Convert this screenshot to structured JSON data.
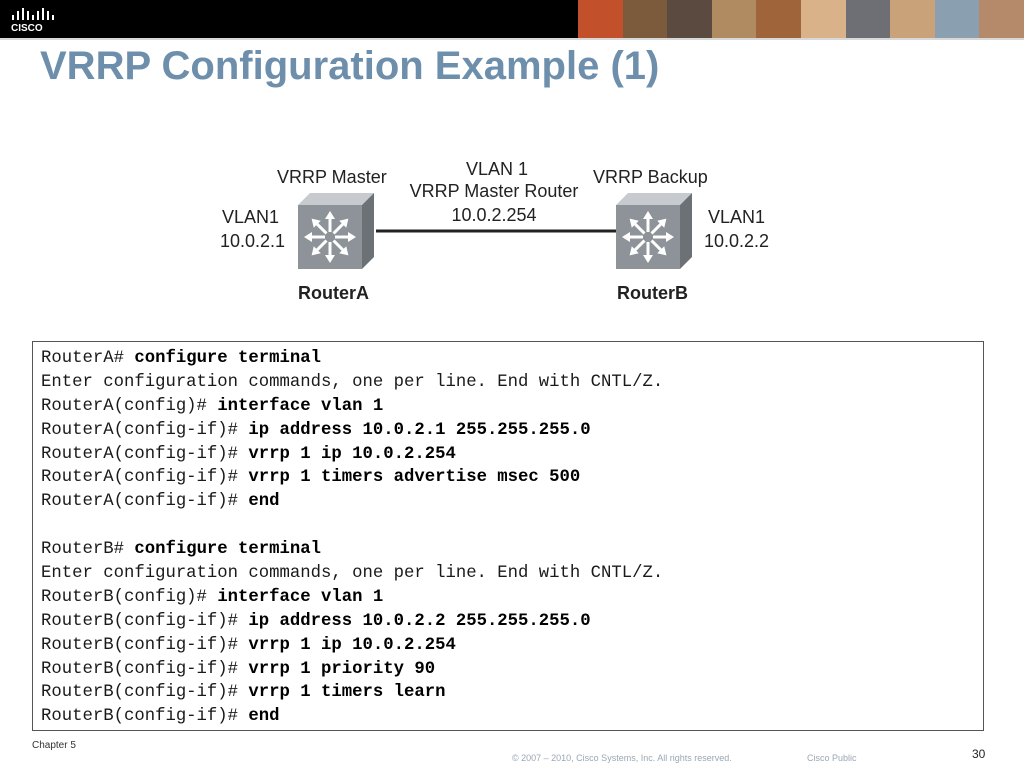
{
  "header": {
    "logo_text": "CISCO",
    "photo_colors": [
      "#c2502a",
      "#7c5a3c",
      "#5b4a40",
      "#b08a60",
      "#a0643a",
      "#d9b28a",
      "#6d6f74",
      "#c9a27a",
      "#8aa0b0",
      "#b58a6a"
    ]
  },
  "title": "VRRP Configuration Example (1)",
  "diagram": {
    "router_a": {
      "role": "VRRP Master",
      "vlan": "VLAN1",
      "ip": "10.0.2.1",
      "name": "RouterA"
    },
    "router_b": {
      "role": "VRRP Backup",
      "vlan": "VLAN1",
      "ip": "10.0.2.2",
      "name": "RouterB"
    },
    "link": {
      "vlan": "VLAN 1",
      "label": "VRRP Master Router",
      "ip": "10.0.2.254"
    },
    "colors": {
      "router_top": "#c7cbcf",
      "router_front": "#8d9398",
      "router_side": "#6c7176"
    }
  },
  "config": {
    "lines": [
      {
        "prompt": "RouterA# ",
        "cmd": "configure terminal"
      },
      {
        "prompt": "Enter configuration commands, one per line. End with CNTL/Z.",
        "cmd": ""
      },
      {
        "prompt": "RouterA(config)# ",
        "cmd": "interface vlan 1"
      },
      {
        "prompt": "RouterA(config-if)# ",
        "cmd": "ip address 10.0.2.1 255.255.255.0"
      },
      {
        "prompt": "RouterA(config-if)# ",
        "cmd": "vrrp 1 ip 10.0.2.254"
      },
      {
        "prompt": "RouterA(config-if)# ",
        "cmd": "vrrp 1 timers advertise msec 500"
      },
      {
        "prompt": "RouterA(config-if)# ",
        "cmd": "end"
      },
      {
        "prompt": "",
        "cmd": ""
      },
      {
        "prompt": "RouterB# ",
        "cmd": "configure terminal"
      },
      {
        "prompt": "Enter configuration commands, one per line. End with CNTL/Z.",
        "cmd": ""
      },
      {
        "prompt": "RouterB(config)# ",
        "cmd": "interface vlan 1"
      },
      {
        "prompt": "RouterB(config-if)# ",
        "cmd": "ip address 10.0.2.2 255.255.255.0"
      },
      {
        "prompt": "RouterB(config-if)# ",
        "cmd": "vrrp 1 ip 10.0.2.254"
      },
      {
        "prompt": "RouterB(config-if)# ",
        "cmd": "vrrp 1 priority 90"
      },
      {
        "prompt": "RouterB(config-if)# ",
        "cmd": "vrrp 1 timers learn"
      },
      {
        "prompt": "RouterB(config-if)# ",
        "cmd": "end"
      }
    ]
  },
  "footer": {
    "chapter": "Chapter 5",
    "copyright": "© 2007 – 2010, Cisco Systems, Inc. All rights reserved.",
    "classification": "Cisco Public",
    "page_number": "30"
  }
}
